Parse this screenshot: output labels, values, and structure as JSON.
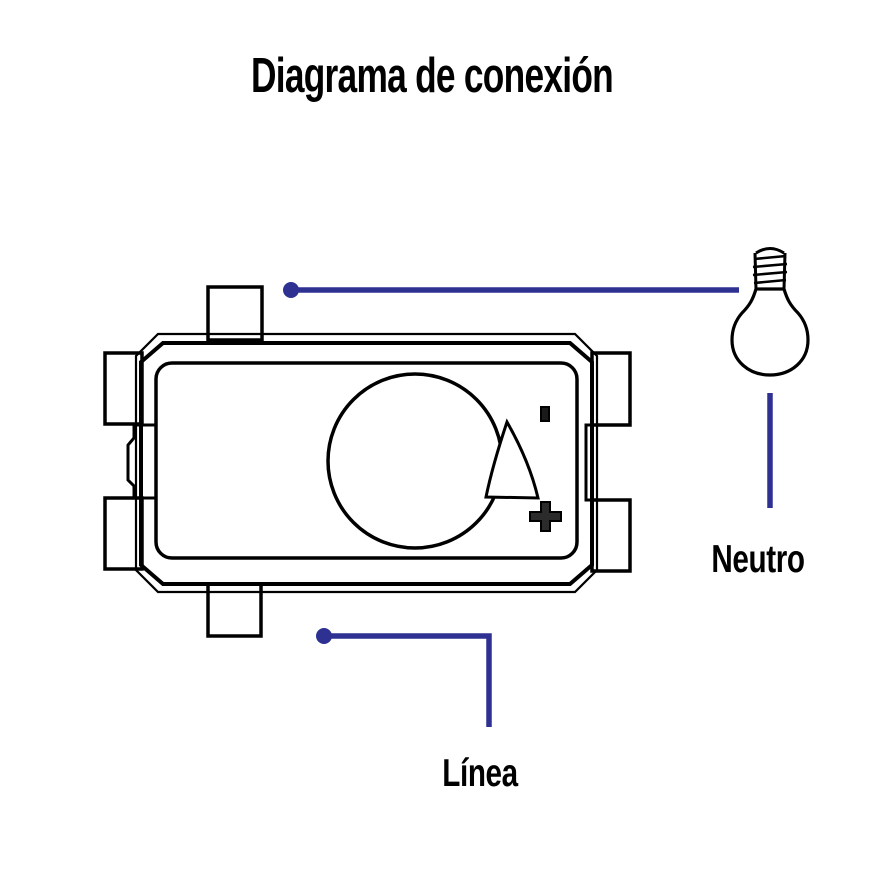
{
  "page": {
    "title": "Diagrama de conexión",
    "background": "#ffffff"
  },
  "diagram": {
    "device": {
      "type": "dimmer-switch-module",
      "dial_min_symbol": "|",
      "dial_max_symbol": "+"
    },
    "wires": {
      "neutral": {
        "label": "Neutro",
        "connects": "light-bulb"
      },
      "line": {
        "label": "Línea"
      }
    },
    "icons": [
      "light-bulb-icon",
      "dial-knob",
      "dial-min-tick-icon",
      "dial-max-plus-icon",
      "wire-junction-dot"
    ],
    "colors": {
      "wire": "#2E3192",
      "outline": "#000000",
      "text": "#000000",
      "background": "#ffffff"
    }
  }
}
